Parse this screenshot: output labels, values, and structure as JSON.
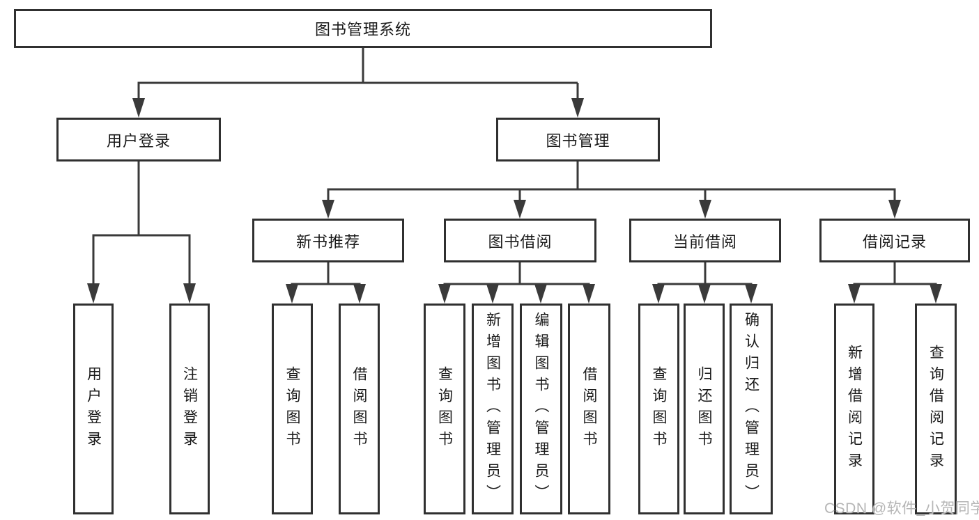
{
  "diagram_title": "图书管理系统",
  "watermark": "CSDN @软件_小贺同学",
  "colors": {
    "background": "#ffffff",
    "box_border": "#303030",
    "connector_line": "#3a3a3a",
    "text": "#1a1a1a",
    "watermark_text": "#b5b5b5"
  },
  "tree": {
    "root": {
      "label": "图书管理系统"
    },
    "branches": [
      {
        "label": "用户登录",
        "children": [
          {
            "label": "用户登录"
          },
          {
            "label": "注销登录"
          }
        ]
      },
      {
        "label": "图书管理",
        "children": [
          {
            "label": "新书推荐",
            "children": [
              {
                "label": "查询图书"
              },
              {
                "label": "借阅图书"
              }
            ]
          },
          {
            "label": "图书借阅",
            "children": [
              {
                "label": "查询图书"
              },
              {
                "label": "新增图书（管理员）"
              },
              {
                "label": "编辑图书（管理员）"
              },
              {
                "label": "借阅图书"
              }
            ]
          },
          {
            "label": "当前借阅",
            "children": [
              {
                "label": "查询图书"
              },
              {
                "label": "归还图书"
              },
              {
                "label": "确认归还（管理员）"
              }
            ]
          },
          {
            "label": "借阅记录",
            "children": [
              {
                "label": "新增借阅记录"
              },
              {
                "label": "查询借阅记录"
              }
            ]
          }
        ]
      }
    ]
  }
}
